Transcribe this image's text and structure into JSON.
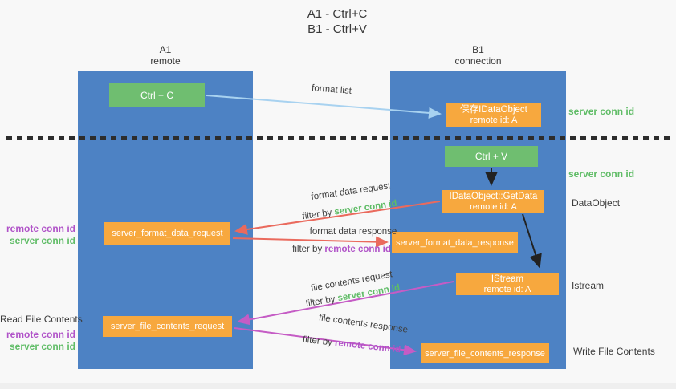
{
  "title": {
    "line1": "A1 - Ctrl+C",
    "line2": "B1 - Ctrl+V"
  },
  "columns": {
    "a1": {
      "name": "A1",
      "subtitle": "remote"
    },
    "b1": {
      "name": "B1",
      "subtitle": "connection"
    }
  },
  "boxes": {
    "ctrl_c": {
      "label": "Ctrl + C"
    },
    "save_idataobject": {
      "line1": "保存IDataObject",
      "line2": "remote id: A"
    },
    "ctrl_v": {
      "label": "Ctrl + V"
    },
    "getdata": {
      "line1": "IDataObject::GetData",
      "line2": "remote id: A"
    },
    "format_request": {
      "label": "server_format_data_request"
    },
    "format_response": {
      "label": "server_format_data_response"
    },
    "istream": {
      "line1": "IStream",
      "line2": "remote id: A"
    },
    "file_request": {
      "label": "server_file_contents_request"
    },
    "file_response": {
      "label": "server_file_contents_response"
    }
  },
  "arrow_labels": {
    "format_list": "format list",
    "format_data_request": "format data request",
    "format_data_response": "format data response",
    "file_contents_request": "file contents request",
    "file_contents_response": "file contents response",
    "filter_by": "filter by",
    "server_conn_id": "server conn id",
    "remote_conn_id": "remote conn id"
  },
  "side_labels": {
    "right_server_conn_id_top": "server conn id",
    "right_server_conn_id_mid": "server conn id",
    "dataobject": "DataObject",
    "istream": "Istream",
    "write_file_contents": "Write File Contents",
    "read_file_contents": "Read File Contents",
    "left_remote_conn_id_1": "remote conn id",
    "left_server_conn_id_1": "server conn id",
    "left_remote_conn_id_2": "remote conn id",
    "left_server_conn_id_2": "server conn id"
  },
  "colors": {
    "column_blue": "#4d82c4",
    "box_green": "#6fbe70",
    "box_orange": "#f7a83e",
    "arrow_light_blue": "#a8d2f0",
    "arrow_red": "#ea6a5d",
    "arrow_magenta": "#c55cc5",
    "arrow_black": "#222222",
    "text_green": "#5fbc66",
    "text_purple": "#b052c8",
    "background": "#f8f8f8"
  }
}
